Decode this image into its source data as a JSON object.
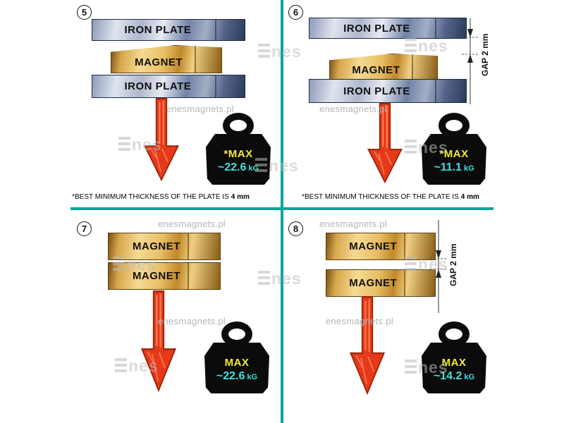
{
  "colors": {
    "divider": "#00a79b",
    "arrow": "#e6391a",
    "max_text": "#f5e73b",
    "value_text": "#3fe0e0"
  },
  "watermark": {
    "site": "enesmagnets.pl",
    "brand": "Enes",
    "brand_rest": "nes"
  },
  "panels": {
    "p5": {
      "number": "5",
      "layers": {
        "top": "IRON PLATE",
        "middle": "MAGNET",
        "bottom": "IRON PLATE"
      },
      "weight": {
        "max_label": "*MAX",
        "value": "~22.6",
        "unit": "kG"
      },
      "footnote": {
        "prefix": "*BEST MINIMUM THICKNESS OF THE PLATE IS",
        "bold": "4 mm"
      }
    },
    "p6": {
      "number": "6",
      "layers": {
        "top": "IRON PLATE",
        "middle": "MAGNET",
        "bottom": "IRON PLATE"
      },
      "gap_label": "GAP  2 mm",
      "weight": {
        "max_label": "*MAX",
        "value": "~11.1",
        "unit": "kG"
      },
      "footnote": {
        "prefix": "*BEST MINIMUM THICKNESS OF THE PLATE IS",
        "bold": "4 mm"
      }
    },
    "p7": {
      "number": "7",
      "layers": {
        "top": "MAGNET",
        "bottom": "MAGNET"
      },
      "weight": {
        "max_label": "MAX",
        "value": "~22.6",
        "unit": "kG"
      }
    },
    "p8": {
      "number": "8",
      "layers": {
        "top": "MAGNET",
        "bottom": "MAGNET"
      },
      "gap_label": "GAP  2 mm",
      "weight": {
        "max_label": "MAX",
        "value": "~14.2",
        "unit": "kG"
      }
    }
  }
}
